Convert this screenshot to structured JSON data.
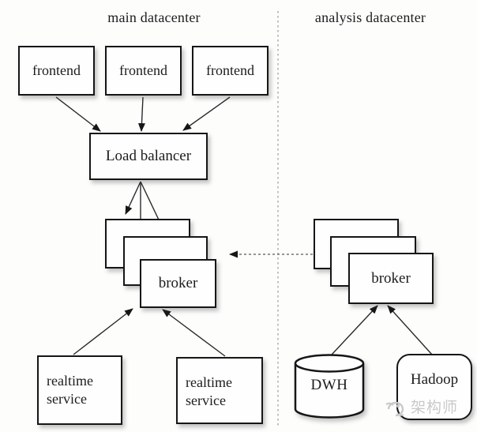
{
  "sections": {
    "main_label": "main datacenter",
    "analysis_label": "analysis datacenter"
  },
  "nodes": {
    "frontend1": "frontend",
    "frontend2": "frontend",
    "frontend3": "frontend",
    "load_balancer": "Load balancer",
    "main_broker": "broker",
    "analysis_broker": "broker",
    "realtime_service1": "realtime service",
    "realtime_service2": "realtime service",
    "dwh": "DWH",
    "hadoop": "Hadoop"
  },
  "edges": {
    "frontends_to_load_balancer": 3,
    "load_balancer_to_main_brokers": 3,
    "analysis_broker_to_main_broker_style": "dashed",
    "consumers_to_main_broker": [
      "realtime_service1",
      "realtime_service2"
    ],
    "consumers_to_analysis_broker": [
      "dwh",
      "hadoop"
    ]
  },
  "watermark": {
    "text": "架构师"
  },
  "colors": {
    "line": "#2a2a2a",
    "box_border": "#161616",
    "divider": "#9a9a9a",
    "watermark": "#c9c9c9",
    "background": "#fdfdfc"
  }
}
